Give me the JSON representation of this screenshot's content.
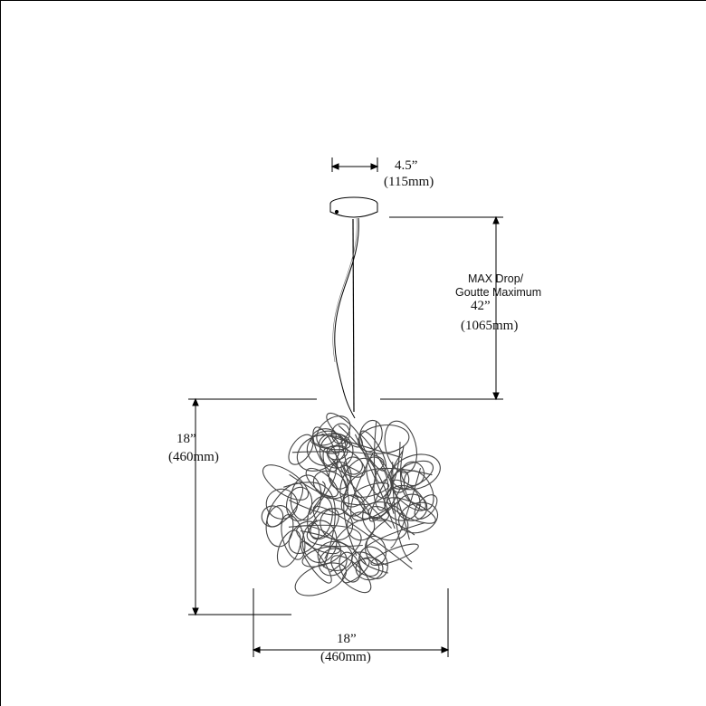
{
  "dimensions": {
    "canopy_width": {
      "imperial": "4.5”",
      "metric": "(115mm)"
    },
    "max_drop": {
      "caption_line1": "MAX Drop/",
      "caption_line2": "Goutte Maximum",
      "imperial": "42”",
      "metric": "(1065mm)"
    },
    "fixture_height": {
      "imperial": "18”",
      "metric": "(460mm)"
    },
    "fixture_width": {
      "imperial": "18”",
      "metric": "(460mm)"
    }
  },
  "colors": {
    "line": "#000000",
    "background": "#ffffff",
    "glass_loops": "#444444"
  }
}
